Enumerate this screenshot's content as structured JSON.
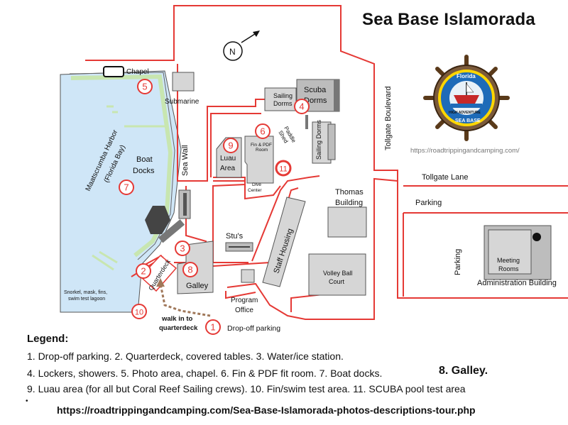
{
  "title": "Sea Base Islamorada",
  "watermark": "https://roadtrippingandcamping.com/",
  "compass": "N",
  "logo": {
    "top": "Florida",
    "middle": "HIGH ADVENTURE",
    "bottom": "SEA BASE"
  },
  "labels": {
    "chapel": "Chapel",
    "submarine": "Submarine",
    "sailing_dorms_top": "Sailing Dorms",
    "scuba_dorms": "Scuba Dorms",
    "paddle_shed": "Paddle Shed",
    "sailing_dorms_side": "Sailing Dorms",
    "tollgate_blvd": "Tollgate Boulevard",
    "tollgate_lane": "Tollgate Lane",
    "fin_pdf": "Fin & PDF Room",
    "luau": "Luau Area",
    "dive_center": "Dive Center",
    "sea_wall": "Sea Wall",
    "harbor": "Maatscrumba Harbor",
    "florida_bay": "(Florida Bay)",
    "boat_docks": "Boat Docks",
    "thomas": "Thomas Building",
    "stus": "Stu's",
    "staff_housing": "Staff Housing",
    "volleyball": "Volley Ball Court",
    "parking_top": "Parking",
    "parking_side": "Parking",
    "meeting_rooms": "Meeting Rooms",
    "admin": "Administration Building",
    "quarterdeck": "Quarterdeck",
    "galley": "Galley",
    "program_office": "Program Office",
    "lagoon": "Snorkel, mask, fins, swim test lagoon",
    "walk_in": "walk in to quarterdeck",
    "dropoff": "Drop-off parking"
  },
  "markers": [
    "1",
    "2",
    "3",
    "4",
    "5",
    "6",
    "7",
    "8",
    "9",
    "10",
    "11"
  ],
  "legend": {
    "heading": "Legend:",
    "line1": "1.  Drop-off parking. 2. Quarterdeck, covered tables. 3. Water/ice station.",
    "line2": "4. Lockers, showers. 5. Photo area, chapel. 6. Fin & PDF fit room. 7. Boat docks.",
    "galley_note": "8. Galley.",
    "line3": "9. Luau area (for all but Coral Reef Sailing crews). 10. Fin/swim test area. 11. SCUBA pool test area",
    "bullet": "•"
  },
  "url": "https://roadtrippingandcamping.com/Sea-Base-Islamorada-photos-descriptions-tour.php",
  "colors": {
    "road": "#e53935",
    "water": "#cfe6f7",
    "dock": "#c8e6b0",
    "building": "#d6d6d6",
    "marker": "#e53935",
    "path": "#a0785a"
  }
}
